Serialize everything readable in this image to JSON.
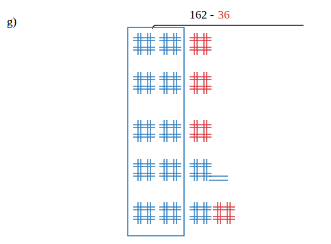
{
  "diagram": {
    "labels": [
      "g)",
      "162 -",
      "36"
    ]
  }
}
